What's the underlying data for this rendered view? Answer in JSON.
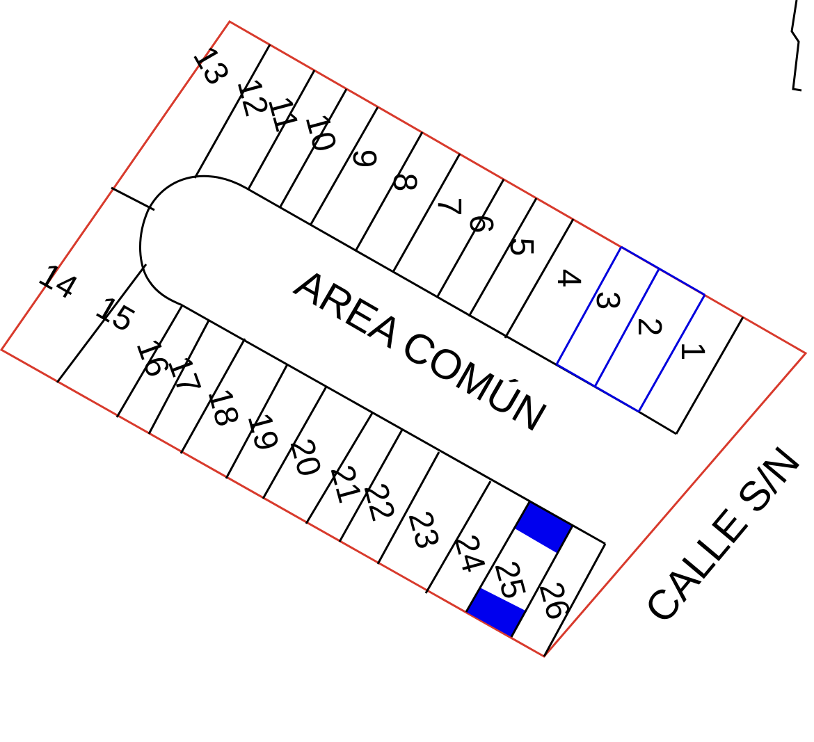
{
  "colors": {
    "boundary": "#d83a2c",
    "lines": "#000000",
    "highlight_lines": "#0000dd",
    "highlight_fill": "#0000ee",
    "background": "#ffffff"
  },
  "area_label": "AREA COMÚN",
  "street_label": "CALLE S/N",
  "lots": [
    {
      "id": "1",
      "label": "1"
    },
    {
      "id": "2",
      "label": "2"
    },
    {
      "id": "3",
      "label": "3"
    },
    {
      "id": "4",
      "label": "4"
    },
    {
      "id": "5",
      "label": "5"
    },
    {
      "id": "6",
      "label": "6"
    },
    {
      "id": "7",
      "label": "7"
    },
    {
      "id": "8",
      "label": "8"
    },
    {
      "id": "9",
      "label": "9"
    },
    {
      "id": "10",
      "label": "10"
    },
    {
      "id": "11",
      "label": "11"
    },
    {
      "id": "12",
      "label": "12"
    },
    {
      "id": "13",
      "label": "13"
    },
    {
      "id": "14",
      "label": "14"
    },
    {
      "id": "15",
      "label": "15"
    },
    {
      "id": "16",
      "label": "16"
    },
    {
      "id": "17",
      "label": "17"
    },
    {
      "id": "18",
      "label": "18"
    },
    {
      "id": "19",
      "label": "19"
    },
    {
      "id": "20",
      "label": "20"
    },
    {
      "id": "21",
      "label": "21"
    },
    {
      "id": "22",
      "label": "22"
    },
    {
      "id": "23",
      "label": "23"
    },
    {
      "id": "24",
      "label": "24"
    },
    {
      "id": "25",
      "label": "25"
    },
    {
      "id": "26",
      "label": "26"
    }
  ]
}
